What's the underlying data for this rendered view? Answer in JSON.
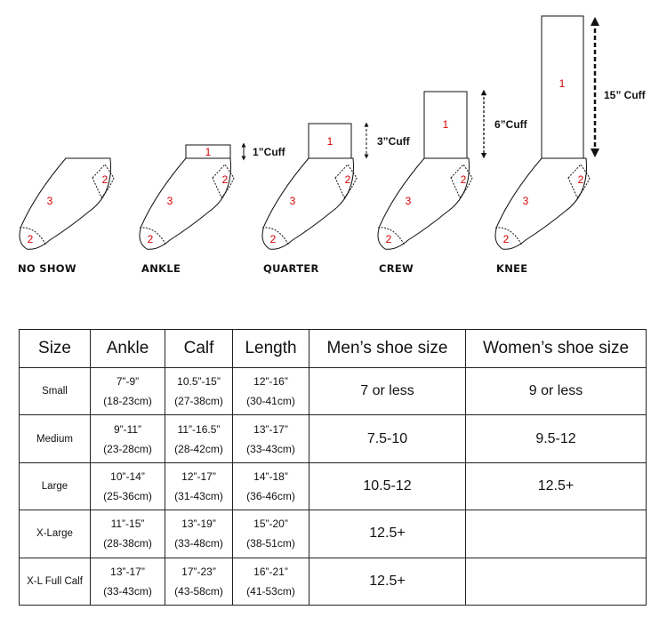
{
  "sock_types": [
    {
      "label": "NO SHOW"
    },
    {
      "label": "ANKLE",
      "cuff": "1”Cuff"
    },
    {
      "label": "QUARTER",
      "cuff": "3”Cuff"
    },
    {
      "label": "CREW",
      "cuff": "6”Cuff"
    },
    {
      "label": "KNEE",
      "cuff": "15”  Cuff"
    }
  ],
  "zone_numbers": {
    "cuff": "1",
    "heel_toe": "2",
    "body": "3"
  },
  "accent_color": "#d40000",
  "table": {
    "headers": [
      "Size",
      "Ankle",
      "Calf",
      "Length",
      "Men’s shoe size",
      "Women’s shoe size"
    ],
    "rows": [
      {
        "size": "Small",
        "ankle": [
          "7”-9”",
          "(18-23cm)"
        ],
        "calf": [
          "10.5”-15”",
          "(27-38cm)"
        ],
        "length": [
          "12”-16”",
          "(30-41cm)"
        ],
        "mens": "7 or less",
        "womens": "9 or less"
      },
      {
        "size": "Medium",
        "ankle": [
          "9”-11”",
          "(23-28cm)"
        ],
        "calf": [
          "11”-16.5”",
          "(28-42cm)"
        ],
        "length": [
          "13”-17”",
          "(33-43cm)"
        ],
        "mens": "7.5-10",
        "womens": "9.5-12"
      },
      {
        "size": "Large",
        "ankle": [
          "10”-14”",
          "(25-36cm)"
        ],
        "calf": [
          "12”-17”",
          "(31-43cm)"
        ],
        "length": [
          "14”-18”",
          "(36-46cm)"
        ],
        "mens": "10.5-12",
        "womens": "12.5+"
      },
      {
        "size": "X-Large",
        "ankle": [
          "11”-15”",
          "(28-38cm)"
        ],
        "calf": [
          "13”-19”",
          "(33-48cm)"
        ],
        "length": [
          "15”-20”",
          "(38-51cm)"
        ],
        "mens": "12.5+",
        "womens": ""
      },
      {
        "size": "X-L Full Calf",
        "ankle": [
          "13”-17”",
          "(33-43cm)"
        ],
        "calf": [
          "17”-23”",
          "(43-58cm)"
        ],
        "length": [
          "16”-21”",
          "(41-53cm)"
        ],
        "mens": "12.5+",
        "womens": ""
      }
    ]
  }
}
